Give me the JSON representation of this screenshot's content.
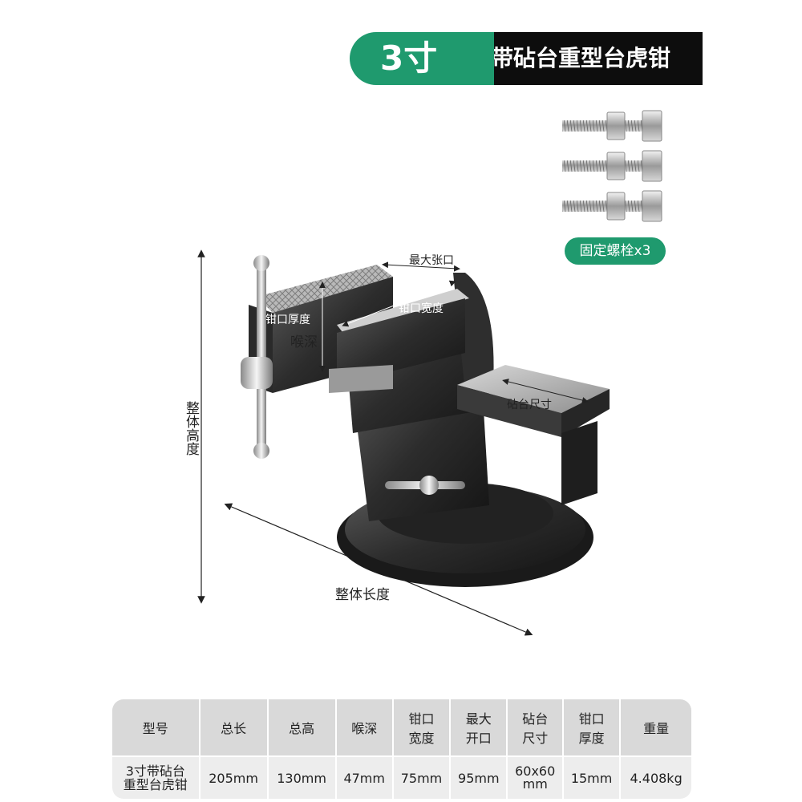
{
  "title": {
    "size": "3寸",
    "name": "带砧台重型台虎钳"
  },
  "bolts": {
    "label": "固定螺栓x3"
  },
  "dimensions": {
    "max_opening": "最大张口",
    "jaw_width": "钳口宽度",
    "jaw_thickness": "钳口厚度",
    "throat_depth": "喉深",
    "anvil_size": "砧台尺寸",
    "overall_height": "整体高度",
    "overall_length": "整体长度"
  },
  "colors": {
    "accent": "#1f9a6e",
    "dark": "#0d0d0d"
  },
  "specs": {
    "headers": [
      "型号",
      "总长",
      "总高",
      "喉深",
      "钳口\n宽度",
      "最大\n开口",
      "砧台\n尺寸",
      "钳口\n厚度",
      "重量"
    ],
    "values": [
      "3寸带砧台\n重型台虎钳",
      "205mm",
      "130mm",
      "47mm",
      "75mm",
      "95mm",
      "60x60\nmm",
      "15mm",
      "4.408kg"
    ]
  }
}
